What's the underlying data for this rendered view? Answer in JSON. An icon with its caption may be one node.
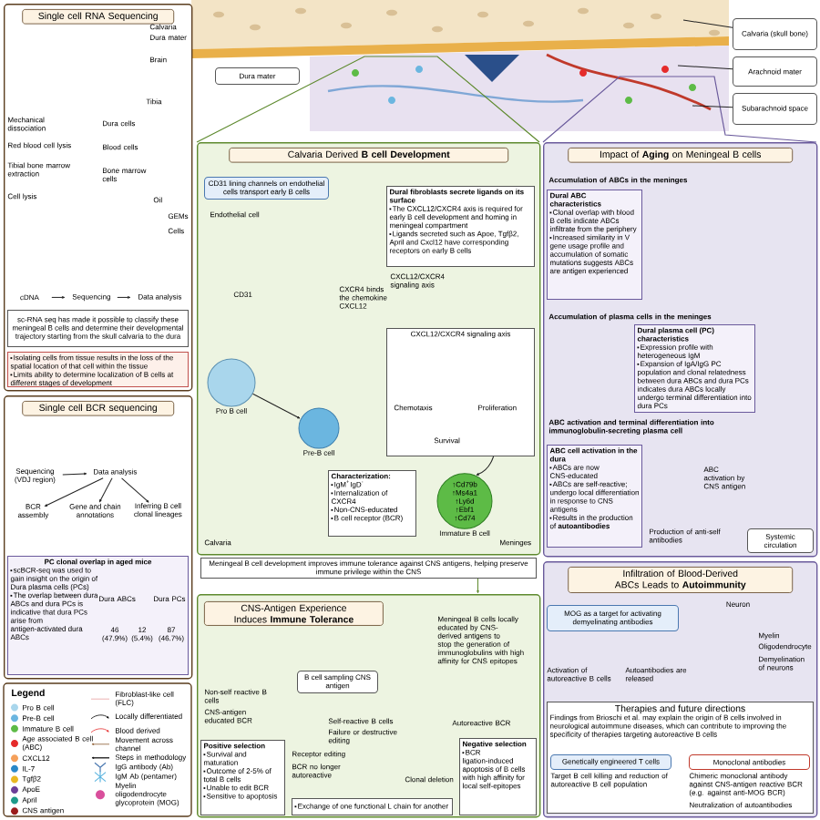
{
  "diagram": {
    "nodes": [
      {
        "text": [
          "Single cell RNA Sequencing"
        ]
      },
      {
        "text": [
          "Single cell BCR sequencing"
        ]
      },
      {
        "text": [
          "Calvaria Derived **B cell Development**"
        ]
      },
      {
        "text": [
          "Impact of **Aging** on Meningeal B cells"
        ]
      },
      {
        "text": [
          "CNS-Antigen Experience Induces **Immune Tolerance**"
        ]
      },
      {
        "text": [
          "Infiltration of Blood-Derived ABCs Leads to **Autoimmunity**"
        ]
      },
      {
        "text": [
          "sc-RNA seq has made it possible to classify these meningeal B cells and determine their developmental trajectory starting from the skull calvaria to the dura"
        ],
        "in": 0
      },
      {
        "text": [
          "Isolating cells from tissue results in the loss of the spatial location of that cell within the tissue",
          "Limits ability to determine localization of B cells at different stages of development"
        ],
        "in": 0
      },
      {
        "text": [
          "PC clonal overlap in aged mice",
          "scBCR-seq was used to gain insight on the origin of Dura plasma cells (PCs)",
          "The overlap between dura ABCs and dura PCs is indicative that dura PCs arise from antigen-activated dura ABCs"
        ],
        "in": 1
      },
      {
        "text": [
          "Sequencing (VDJ region)"
        ],
        "in": 1
      },
      {
        "text": [
          "Data analysis"
        ],
        "in": 1
      },
      {
        "text": [
          "BCR assembly"
        ],
        "in": 1
      },
      {
        "text": [
          "Gene and chain annotations"
        ],
        "in": 1
      },
      {
        "text": [
          "Inferring B cell clonal lineages"
        ],
        "in": 1
      },
      {
        "text": [
          "cDNA"
        ],
        "in": 0
      },
      {
        "text": [
          "Sequencing"
        ],
        "in": 0
      },
      {
        "text": [
          "Data analysis"
        ],
        "in": 0
      },
      {
        "text": [
          "CD31 lining channels on endothelial cells transport early B cells"
        ],
        "in": 2
      },
      {
        "text": [
          "Dural fibroblasts secrete ligands on its surface",
          "The CXCL12/CXCR4 axis is required for early B cell development and homing in meningeal compartment",
          "Ligands secreted such as Apoe, Tgfβ2, April and Cxcl12 have corresponding receptors on early B cells"
        ],
        "in": 2
      },
      {
        "text": [
          "CXCL12/CXCR4 signaling axis"
        ],
        "in": 2
      },
      {
        "text": [],
        "shape": "circle",
        "beside": [
          "Pro B cell"
        ],
        "in": 2
      },
      {
        "text": [],
        "shape": "circle",
        "beside": [
          "Pre-B cell"
        ],
        "in": 2
      },
      {
        "text": [
          "↑Cd79b ↑Ms4a1 ↑Ly6d ↑Ebf1 ↑Cd74"
        ],
        "beside": [
          "Immature B cell"
        ],
        "in": 2
      },
      {
        "text": [
          "Characterization:",
          "IgM$^{+}$IgD$^{-}$",
          "Internalization of CXCR4",
          "Non-CNS-educated",
          "B cell receptor (BCR)"
        ],
        "in": 2
      },
      {
        "text": [
          "Meningeal B cell development improves immune tolerance against CNS antigens, helping preserve immune privilege within the CNS"
        ]
      },
      {
        "text": [
          "B cell sampling CNS antigen"
        ],
        "in": 4
      },
      {
        "text": [
          "Positive selection",
          "Survival and maturation",
          "Outcome of 2-5% of total B cells",
          "Unable to edit BCR",
          "Sensitive to apoptosis"
        ],
        "in": 4
      },
      {
        "text": [
          "Negative selection",
          "BCR ligation-induced apoptosis of B cells with high affinity for local self-epitopes"
        ],
        "in": 4
      },
      {
        "text": [
          "Exchange of one functional L chain for another"
        ],
        "in": 4
      },
      {
        "text": [
          "Dural ABC characteristics",
          "Clonal overlap with blood B cells indicate ABCs infiltrate from the periphery",
          "Increased similarity in V gene usage profile and accumulation of somatic mutations suggests ABCs are antigen experienced"
        ],
        "in": 3
      },
      {
        "text": [
          "Dural plasma cell (PC) characteristics",
          "Expression profile with heterogeneous IgM",
          "Expansion of IgA/IgG PC population and clonal relatedness between dura ABCs and dura PCs indicates dura ABCs locally undergo terminal differentiation into dura PCs"
        ],
        "in": 3
      },
      {
        "text": [
          "ABC cell activation in the dura",
          "ABCs are now CNS-educated",
          "ABCs are self-reactive; undergo local differentiation in response to CNS antigens",
          "Results in the production of **autoantibodies**"
        ],
        "in": 3
      },
      {
        "text": [
          "Systemic circulation"
        ],
        "in": 3
      },
      {
        "text": [
          "MOG as a target for activating demyelinating antibodies"
        ],
        "in": 5
      },
      {
        "text": [
          "Therapies and future directions",
          "Findings from Brioschi et al. may explain the origin of B cells involved in neurological autoimmune diseases, which can contribute to improving the specificity of therapies targeting autoreactive B cells"
        ],
        "in": 5
      },
      {
        "text": [
          "Genetically engineered T cells"
        ],
        "in": 34
      },
      {
        "text": [
          "Monoclonal antibodies"
        ],
        "in": 34
      },
      {
        "text": [
          "Dura mater"
        ]
      },
      {
        "text": [
          "Calvaria (skull bone)"
        ]
      },
      {
        "text": [
          "Arachnoid mater"
        ]
      },
      {
        "text": [
          "Subarachnoid space"
        ]
      }
    ],
    "edges": [
      {
        "from": 14,
        "to": 15,
        "arrow": "to"
      },
      {
        "from": 15,
        "to": 16,
        "arrow": "to"
      },
      {
        "from": 9,
        "to": 10,
        "arrow": "to"
      },
      {
        "from": 10,
        "to": 11,
        "arrow": "to"
      },
      {
        "from": 10,
        "to": 12,
        "arrow": "to"
      },
      {
        "from": 10,
        "to": 13,
        "arrow": "to"
      },
      {
        "from": 20,
        "to": 21,
        "arrow": "to"
      },
      {
        "from": 19,
        "to": 22,
        "arrow": "to"
      },
      {
        "from": 24,
        "to": 4,
        "arrow": "to",
        "color": "#5e8a2e"
      },
      {
        "from": 38,
        "to": null,
        "arrow": "none"
      },
      {
        "from": 39,
        "to": null,
        "arrow": "none"
      },
      {
        "from": 40,
        "to": null,
        "arrow": "none"
      }
    ],
    "labels": [
      "Calvaria",
      "Dura mater",
      "Brain",
      "Tibia",
      "Mechanical dissociation",
      "Red blood cell lysis",
      "Tibial bone marrow extraction",
      "Dura cells",
      "Blood cells",
      "Bone marrow cells",
      "Oil",
      "GEMs",
      "Cells",
      "Cell lysis",
      "Dura ABCs",
      "Dura PCs",
      "46 (47.9%)",
      "12 (5.4%)",
      "87 (46.7%)",
      "Legend",
      "Endothelial cell",
      "CD31",
      "CXCL12/CXCR4 signaling axis",
      "CXCR4 binds the chemokine CXCL12",
      "Chemotaxis",
      "Survival",
      "Proliferation",
      "Calvaria",
      "Meninges",
      "Meningeal B cells locally educated by CNS-derived antigens to stop the generation of immunoglobulins with high affinity for CNS epitopes",
      "Non-self reactive B cells",
      "CNS-antigen educated BCR",
      "Self-reactive B cells",
      "Failure or destructive editing",
      "Autoreactive BCR",
      "Clonal deletion",
      "Receptor editing",
      "BCR no longer autoreactive",
      "Accumulation of ABCs in the meninges",
      "Accumulation of plasma cells in the meninges",
      "ABC activation and terminal differentiation into immunoglobulin-secreting plasma cell",
      "ABC activation by CNS antigen",
      "Production of anti-self antibodies",
      "Neuron",
      "Myelin",
      "Oligodendrocyte",
      "Demyelination of neurons",
      "Activation of autoreactive B cells",
      "Autoantibodies are released",
      "Target B cell killing and reduction of autoreactive B cell population",
      "Chimeric monoclonal antibody against CNS-antigen reactive BCR (e.g. against anti-MOG BCR)",
      "Neutralization of autoantibodies"
    ],
    "legend": [
      {
        "text": "Pro B cell",
        "color": "#a9d6ec"
      },
      {
        "text": "Pre-B cell",
        "color": "#6bb6e0"
      },
      {
        "text": "Immature B cell",
        "color": "#5dbb46"
      },
      {
        "text": "Age associated B cell (ABC)",
        "color": "#e52b2b"
      },
      {
        "text": "CXCL12",
        "color": "#f5a05a"
      },
      {
        "text": "IL-7",
        "color": "#2a88c8"
      },
      {
        "text": "Tgfβ2",
        "color": "#e9b822"
      },
      {
        "text": "ApoE",
        "color": "#6d3f98"
      },
      {
        "text": "April",
        "color": "#1f9a8a"
      },
      {
        "text": "CNS antigen",
        "color": "#9b1c1c"
      },
      {
        "text": "Fibroblast-like cell (FLC)"
      },
      {
        "text": "Locally differentiated"
      },
      {
        "text": "Blood derived"
      },
      {
        "text": "Movement across channel"
      },
      {
        "text": "Steps in methodology"
      },
      {
        "text": "IgG antibody (Ab)"
      },
      {
        "text": "IgM Ab (pentamer)"
      },
      {
        "text": "Myelin oligodendrocyte glycoprotein (MOG)"
      }
    ]
  }
}
